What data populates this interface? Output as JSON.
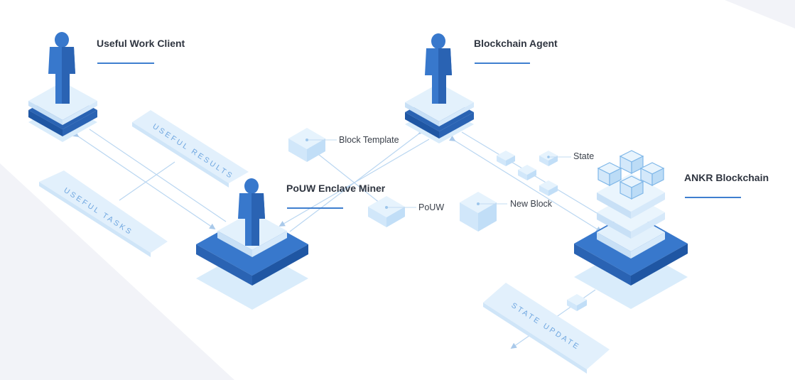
{
  "nodes": {
    "useful_work_client": "Useful Work Client",
    "blockchain_agent": "Blockchain Agent",
    "pouw_enclave_miner": "PoUW Enclave Miner",
    "ankr_blockchain": "ANKR Blockchain"
  },
  "edges": {
    "block_template": "Block Template",
    "pouw": "PoUW",
    "state": "State",
    "new_block": "New Block"
  },
  "bands": {
    "useful_results": "USEFUL RESULTS",
    "useful_tasks": "USEFUL TASKS",
    "state_update": "STATE UPDATE"
  },
  "colors": {
    "primary_blue": "#3878cc",
    "dark_blue": "#2a63b3",
    "light_blue": "#d9ecfb",
    "pale_blue": "#eaf5fd",
    "accent_line": "#3f7fcf"
  }
}
